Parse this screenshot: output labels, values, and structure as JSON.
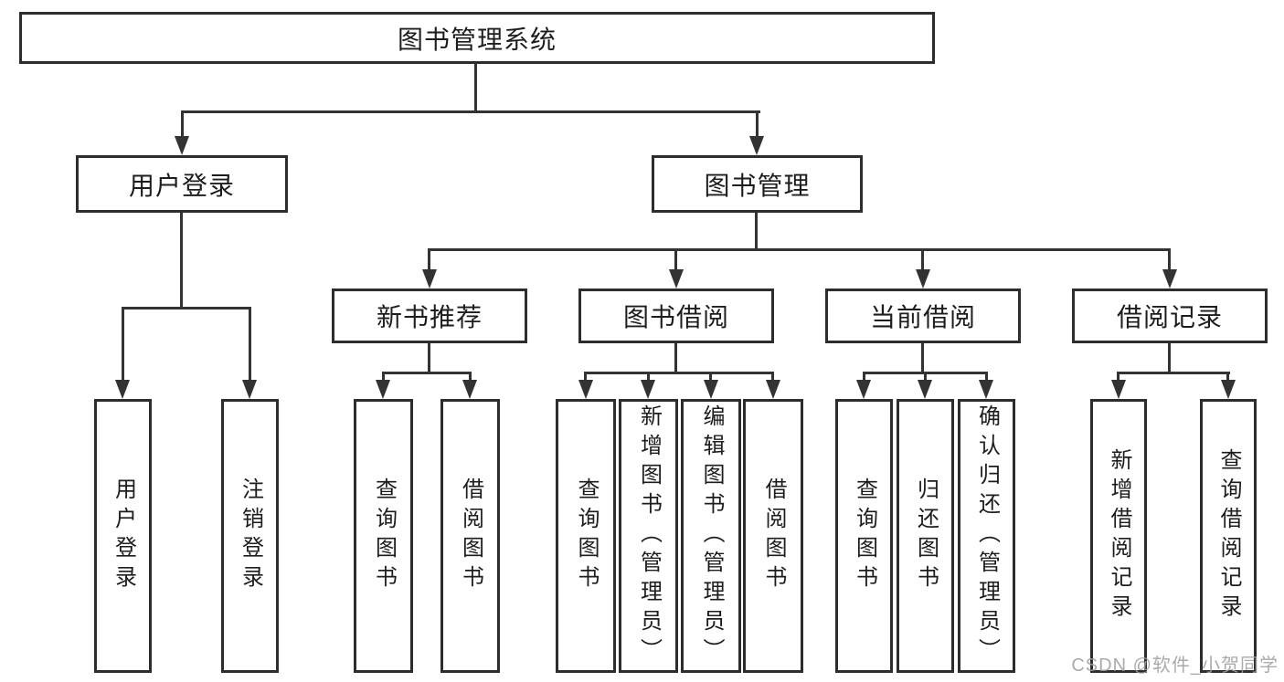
{
  "diagram": {
    "root": "图书管理系统",
    "children": [
      {
        "label": "用户登录",
        "children": [
          "用户登录",
          "注销登录"
        ]
      },
      {
        "label": "图书管理",
        "children": [
          {
            "label": "新书推荐",
            "children": [
              "查询图书",
              "借阅图书"
            ]
          },
          {
            "label": "图书借阅",
            "children": [
              "查询图书",
              "新增图书（管理员）",
              "编辑图书（管理员）",
              "借阅图书"
            ]
          },
          {
            "label": "当前借阅",
            "children": [
              "查询图书",
              "归还图书",
              "确认归还（管理员）"
            ]
          },
          {
            "label": "借阅记录",
            "children": [
              "新增借阅记录",
              "查询借阅记录"
            ]
          }
        ]
      }
    ]
  },
  "watermark": "CSDN @软件_小贺同学",
  "colors": {
    "line": "#333333",
    "box_border": "#2d2d2d",
    "box_fill": "#ffffff",
    "text": "#1d1d1f",
    "watermark": "#9e9e9e",
    "background": "#ffffff"
  }
}
